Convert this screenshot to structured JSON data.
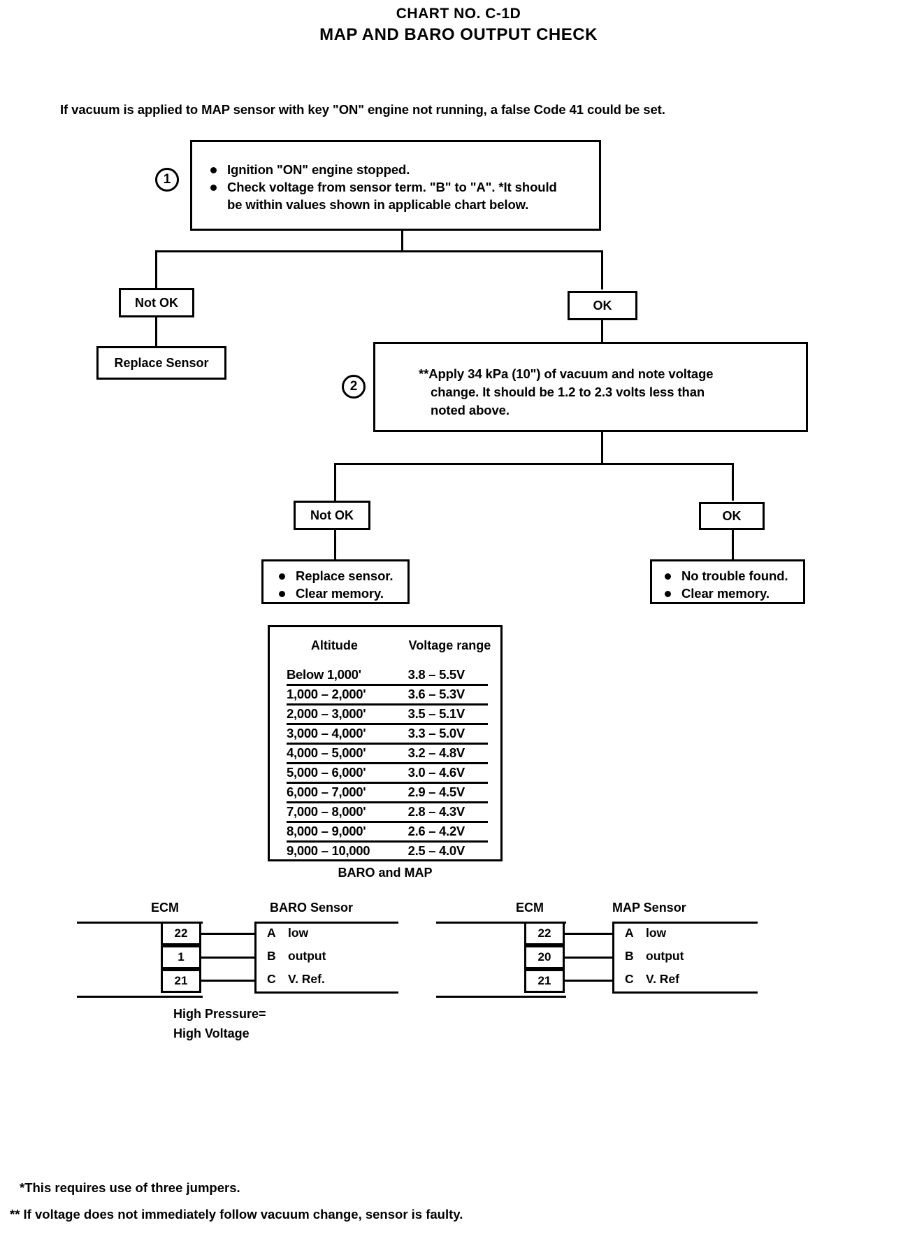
{
  "header": {
    "chart_no": "CHART NO. C-1D",
    "title": "MAP AND BARO OUTPUT CHECK",
    "intro": "If vacuum is applied to MAP sensor with key \"ON\" engine not running, a false Code 41 could be set."
  },
  "step1": {
    "number": "1",
    "bullet1": "Ignition \"ON\" engine stopped.",
    "bullet2": "Check voltage from sensor term. \"B\" to \"A\". *It should",
    "bullet2_cont": "be within values shown in applicable chart below."
  },
  "branch1": {
    "not_ok": "Not OK",
    "ok": "OK",
    "replace_sensor": "Replace Sensor"
  },
  "step2": {
    "number": "2",
    "line1": "**Apply 34 kPa (10\") of vacuum and note voltage",
    "line2": "change. It should be 1.2 to 2.3 volts less than",
    "line3": "noted above."
  },
  "branch2": {
    "not_ok": "Not OK",
    "ok": "OK",
    "not_ok_actions": [
      "Replace sensor.",
      "Clear memory."
    ],
    "ok_actions": [
      "No trouble found.",
      "Clear memory."
    ]
  },
  "chart_data": {
    "type": "table",
    "title": "BARO and MAP",
    "columns": [
      "Altitude",
      "Voltage range"
    ],
    "rows": [
      {
        "altitude": "Below 1,000'",
        "voltage": "3.8 – 5.5V"
      },
      {
        "altitude": "1,000 – 2,000'",
        "voltage": "3.6 – 5.3V"
      },
      {
        "altitude": "2,000 – 3,000'",
        "voltage": "3.5 – 5.1V"
      },
      {
        "altitude": "3,000 – 4,000'",
        "voltage": "3.3 – 5.0V"
      },
      {
        "altitude": "4,000 – 5,000'",
        "voltage": "3.2 – 4.8V"
      },
      {
        "altitude": "5,000 – 6,000'",
        "voltage": "3.0 – 4.6V"
      },
      {
        "altitude": "6,000 – 7,000'",
        "voltage": "2.9 – 4.5V"
      },
      {
        "altitude": "7,000 – 8,000'",
        "voltage": "2.8 – 4.3V"
      },
      {
        "altitude": "8,000 – 9,000'",
        "voltage": "2.6 – 4.2V"
      },
      {
        "altitude": "9,000 – 10,000",
        "voltage": "2.5 – 4.0V"
      }
    ]
  },
  "wiring": {
    "baro": {
      "ecm_label": "ECM",
      "sensor_label": "BARO Sensor",
      "pins": [
        "22",
        "1",
        "21"
      ],
      "terminals": [
        {
          "pin": "A",
          "fn": "low"
        },
        {
          "pin": "B",
          "fn": "output"
        },
        {
          "pin": "C",
          "fn": "V. Ref."
        }
      ],
      "note_line1": "High Pressure=",
      "note_line2": "High Voltage"
    },
    "map": {
      "ecm_label": "ECM",
      "sensor_label": "MAP Sensor",
      "pins": [
        "22",
        "20",
        "21"
      ],
      "terminals": [
        {
          "pin": "A",
          "fn": "low"
        },
        {
          "pin": "B",
          "fn": "output"
        },
        {
          "pin": "C",
          "fn": "V. Ref"
        }
      ]
    }
  },
  "footnotes": {
    "one": "*This requires use of three jumpers.",
    "two": "** If voltage does not immediately follow vacuum change, sensor is faulty."
  }
}
